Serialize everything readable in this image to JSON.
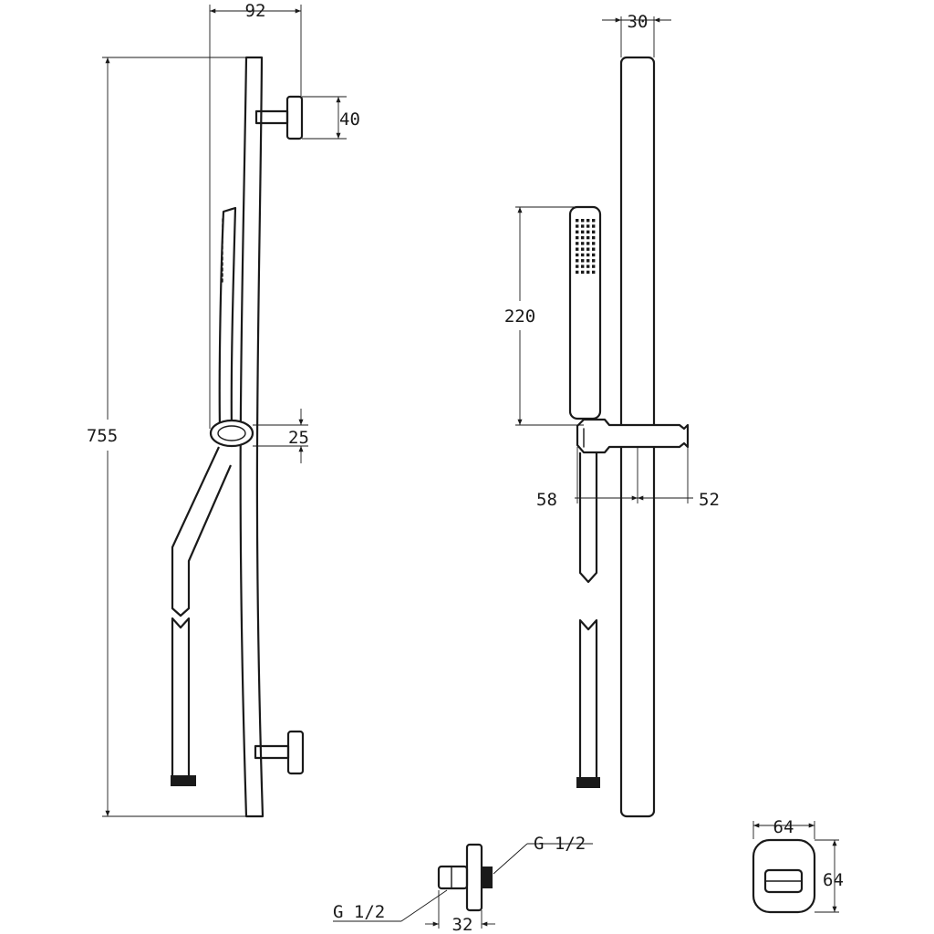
{
  "dimensions": {
    "width_side": "92",
    "total_height": "755",
    "bracket_depth": "40",
    "slider_height": "25",
    "bar_diameter": "30",
    "handshower_length": "220",
    "slider_left": "58",
    "slider_right": "52",
    "outlet_depth": "32",
    "outlet_thread_top": "G 1/2",
    "outlet_thread_bottom": "G 1/2",
    "plate_width": "64",
    "plate_height": "64"
  },
  "colors": {
    "line": "#1a1a1a",
    "background": "#ffffff"
  }
}
